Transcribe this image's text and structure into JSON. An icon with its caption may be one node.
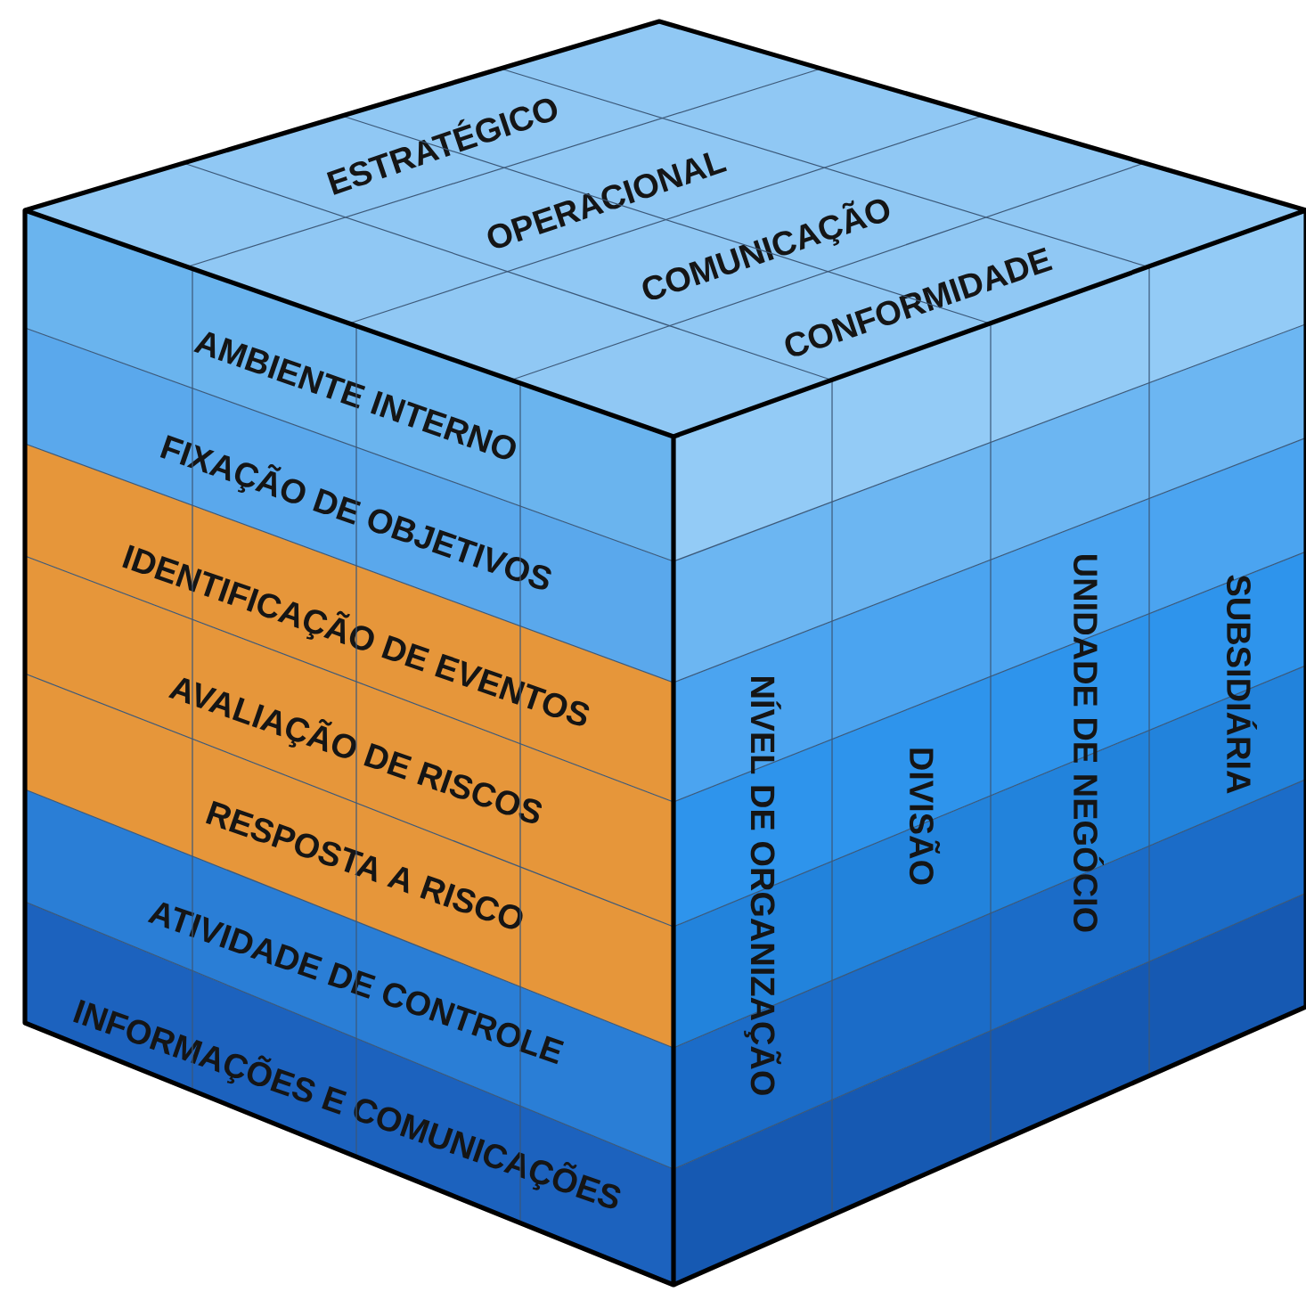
{
  "diagram": {
    "nodes": [
      {
        "text": [
          "ESTRATÉGICO"
        ]
      },
      {
        "text": [
          "OPERACIONAL"
        ]
      },
      {
        "text": [
          "COMUNICAÇÃO"
        ]
      },
      {
        "text": [
          "CONFORMIDADE"
        ]
      },
      {
        "text": [
          "AMBIENTE INTERNO"
        ]
      },
      {
        "text": [
          "FIXAÇÃO DE OBJETIVOS"
        ]
      },
      {
        "text": [
          "IDENTIFICAÇÃO DE EVENTOS"
        ]
      },
      {
        "text": [
          "AVALIAÇÃO DE RISCOS"
        ]
      },
      {
        "text": [
          "RESPOSTA A RISCO"
        ]
      },
      {
        "text": [
          "ATIVIDADE DE CONTROLE"
        ]
      },
      {
        "text": [
          "INFORMAÇÕES E COMUNICAÇÕES"
        ]
      },
      {
        "text": [
          "NÍVEL DE ORGANIZAÇÃO"
        ]
      },
      {
        "text": [
          "DIVISÃO"
        ]
      },
      {
        "text": [
          "UNIDADE DE NEGÓCIO"
        ]
      },
      {
        "text": [
          "SUBSIDIÁRIA"
        ]
      }
    ]
  }
}
